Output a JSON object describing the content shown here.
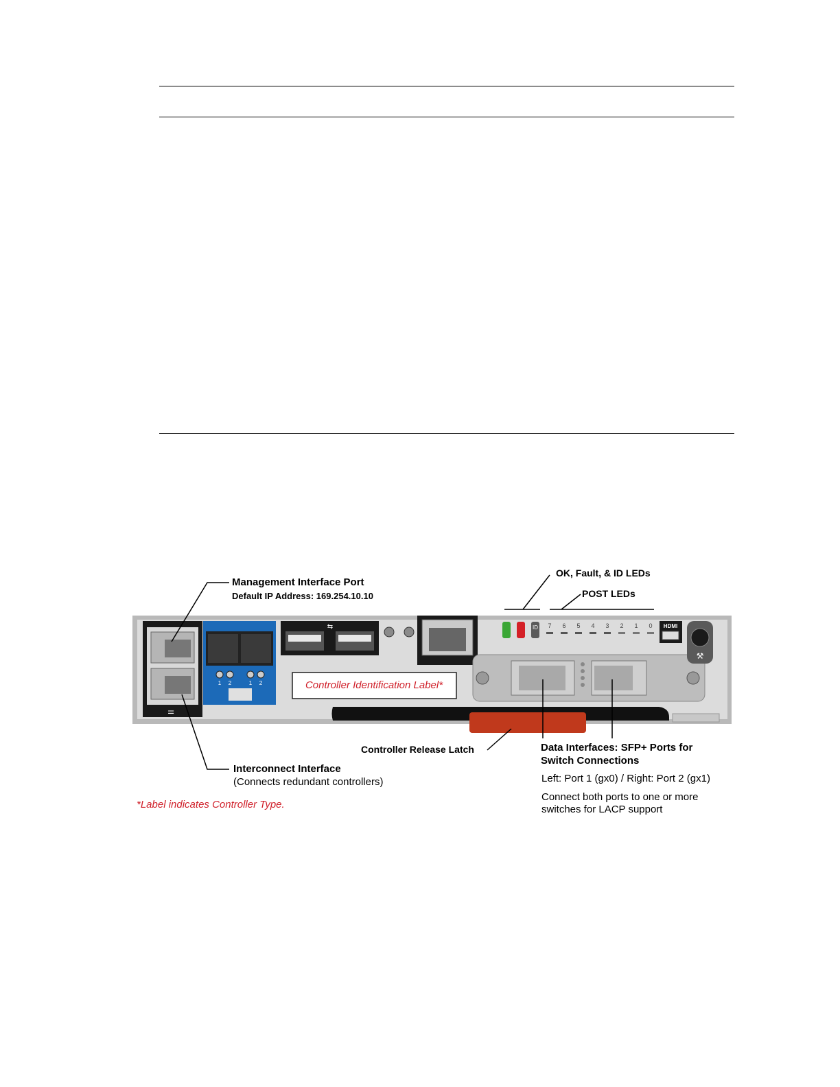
{
  "diagram": {
    "callouts": {
      "mgmt_title": "Management Interface Port",
      "mgmt_sub": "Default IP Address: 169.254.10.10",
      "leds_ok_fault_id": "OK, Fault, & ID LEDs",
      "leds_post": "POST LEDs",
      "release_latch": "Controller Release Latch",
      "data_title_1": "Data Interfaces: SFP+ Ports for",
      "data_title_2": "Switch Connections",
      "data_ports": "Left: Port 1 (gx0) /  Right: Port 2 (gx1)",
      "data_lacp_1": "Connect both ports to one or more",
      "data_lacp_2": "switches for LACP support",
      "interconnect_title": "Interconnect Interface",
      "interconnect_sub": "(Connects redundant controllers)",
      "footnote": "*Label indicates Controller Type."
    },
    "device": {
      "id_label": "Controller Identification Label*",
      "hdmi": "HDMI",
      "id_led": "ID",
      "post_led_numbers": [
        "7",
        "6",
        "5",
        "4",
        "3",
        "2",
        "1",
        "0"
      ],
      "sas_port_numbers": [
        "1",
        "2",
        "1",
        "2"
      ]
    },
    "colors": {
      "accent_red": "#d0202a",
      "sas_blue": "#1c6ab8",
      "latch_orange": "#c0391c",
      "ok_led": "#3aa635",
      "fault_led": "#d42027"
    }
  }
}
